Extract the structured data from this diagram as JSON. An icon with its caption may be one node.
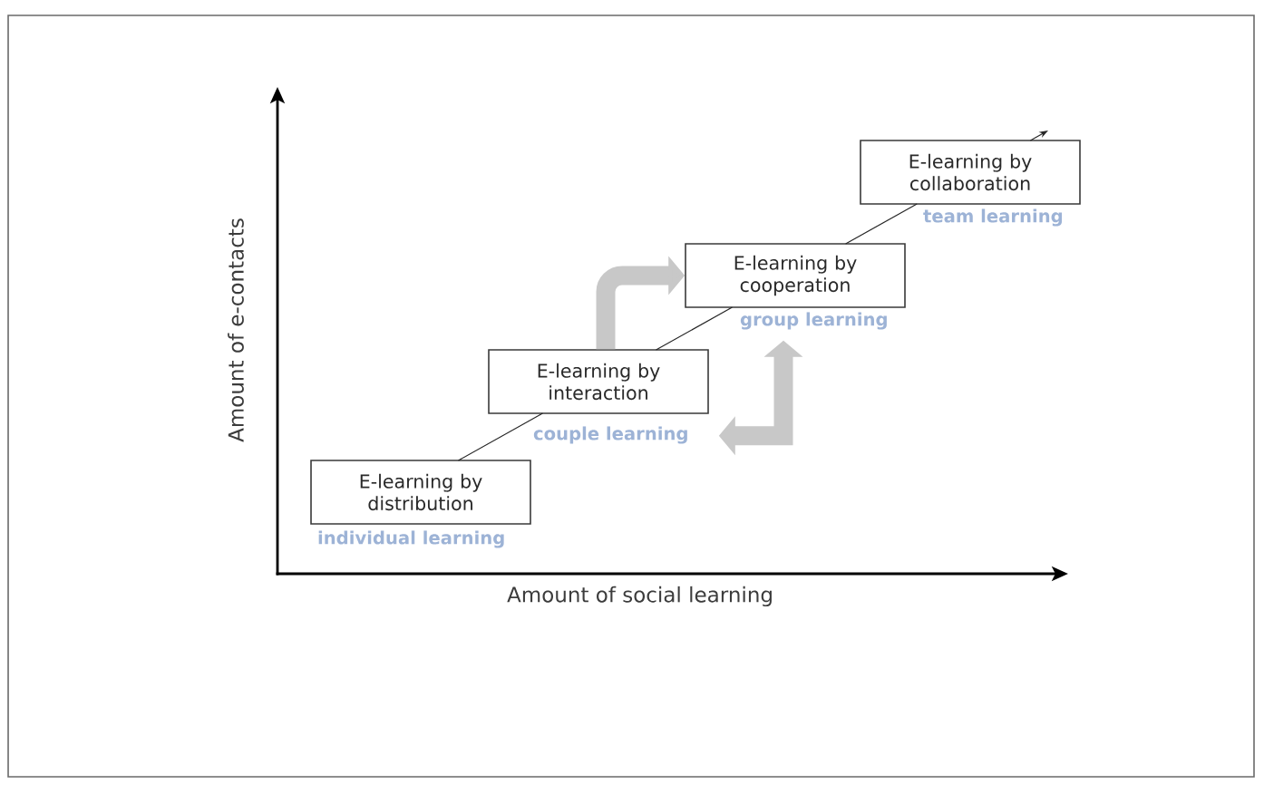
{
  "diagram": {
    "nodes": [
      {
        "text": [
          "E-learning by distribution"
        ],
        "beside": [
          "individual learning"
        ]
      },
      {
        "text": [
          "E-learning by interaction"
        ],
        "beside": [
          "couple learning"
        ]
      },
      {
        "text": [
          "E-learning by cooperation"
        ],
        "beside": [
          "group learning"
        ]
      },
      {
        "text": [
          "E-learning by collaboration"
        ],
        "beside": [
          "team learning"
        ]
      }
    ],
    "edges": [
      {
        "from": 0,
        "to": 1,
        "arrow": "none"
      },
      {
        "from": 1,
        "to": 2,
        "arrow": "none"
      },
      {
        "from": 2,
        "to": 3,
        "arrow": "none"
      },
      {
        "from": 3,
        "to": null,
        "arrow": "to"
      },
      {
        "from": 1,
        "to": 2,
        "arrow": "to",
        "style": "thick",
        "color": "#c8c8c8"
      },
      {
        "from": 1,
        "to": 2,
        "arrow": "both",
        "style": "thick",
        "color": "#c8c8c8"
      }
    ],
    "labels": [
      "Amount of e-contacts",
      "Amount of social learning"
    ]
  }
}
